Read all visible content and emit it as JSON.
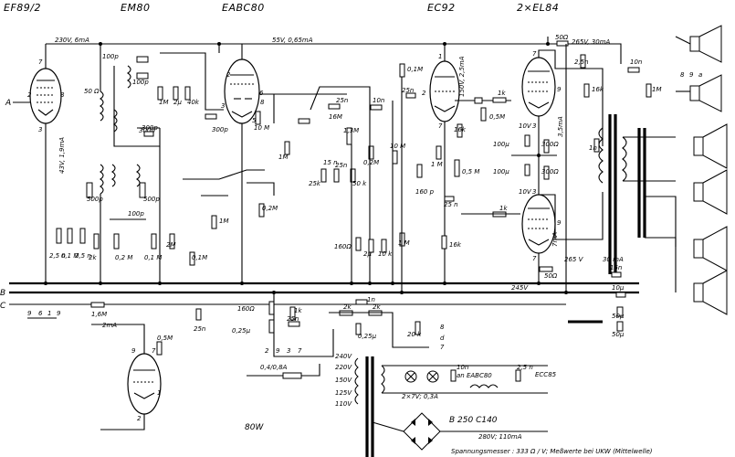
{
  "tubes": {
    "ef89": "EF89/2",
    "em80": "EM80",
    "eabc80": "EABC80",
    "ec92": "EC92",
    "el84": "2×EL84"
  },
  "rails": {
    "r230": "230V, 6mA",
    "r55": "55V, 0,65mA",
    "r265top": "265V, 30mA",
    "r245": "245V",
    "r150": "150V, 2,5mA",
    "r43": "43V, 1,9mA",
    "r2ma": "2mA",
    "r265bot": "265 V",
    "r30": "30 mA",
    "r240": "240V",
    "r220": "220V",
    "r150tap": "150V",
    "r125": "125V",
    "r110": "110V",
    "r35": "3,5mA",
    "r7ma": "7mA",
    "r10v_a": "10V",
    "r10v_b": "10V",
    "r280": "280V; 110mA"
  },
  "labels": {
    "pinA": "A",
    "busB": "B",
    "busC": "C",
    "power": "80W",
    "rect": "B 250 C140",
    "fuse": "0,4/0,8A",
    "heater": "2×7V; 0,3A",
    "ecc85": "ECC85",
    "aneabc": "an EABC80",
    "footer": "Spannungsmesser : 333 Ω / V; Meßwerte bei UKW (Mittelwelle)"
  },
  "components": {
    "c100p_a": "100p",
    "c100p_b": "100p",
    "r50": "50 Ω",
    "r1m_a": "1M",
    "c2u": "2µ",
    "r40k": "40k",
    "c300p_a": "300p",
    "c300p_b": "300p",
    "r10m": "10 M",
    "c25n_a": "25n",
    "r16m": "16M",
    "r1m_b": "1M",
    "r1_3m": "1,3M",
    "c10n_a": "10n",
    "r01m_top": "0,1M",
    "c25n_b": "25n",
    "r1k_a": "1k",
    "r05m_a": "0,5M",
    "r16k_a": "16k",
    "c100u_a": "100µ",
    "r300_a": "300Ω",
    "r300_b": "300Ω",
    "c100u_b": "100µ",
    "r50_b": "50Ω",
    "c2_5n": "2,5n",
    "c10n_b": "10n",
    "r16k_b": "16k",
    "r1m_c": "1M",
    "c1n": "1n",
    "c500p_a": "500p",
    "c500p_b": "500p",
    "r02m_a": "0,2M",
    "r1m_d": "1M",
    "r10m_b": "10 M",
    "r25k_a": "25k",
    "c25n_c": "25n",
    "r15n": "15 n",
    "r50k": "50 k",
    "c160p": "160 p",
    "r1m_e": "1 M",
    "r05m_b": "0,5 M",
    "c25n_d": "25 n",
    "r1k_b": "1k",
    "r16k_c": "16k",
    "c2_5n_a": "2,5 n",
    "c01m_a": "0,1 M",
    "c2_5n_b": "2,5 n",
    "r2k_a": "2k",
    "r02m_b": "0,2 M",
    "r01m_b": "0,1 M",
    "r2m": "2M",
    "r01m_c": "0,1M",
    "r1m_f": "1M",
    "r02m_c": "0,2M",
    "r160": "160Ω",
    "c2u_b": "2µ",
    "r10k": "10 k",
    "r1m_g": "1 M",
    "r16k_d": "16k",
    "r1_6m": "1,6M",
    "c25n_e": "25n",
    "r160_b": "160Ω",
    "c025u_a": "0,25µ",
    "r1k_c": "1k",
    "c25n_f": "25n",
    "c1n_b": "1n",
    "r2k_b": "2k",
    "r2k_c": "2k",
    "c025u_b": "0,25µ",
    "r20k": "20 k",
    "r05m_c": "0,5M",
    "r1m_h": "1",
    "r15n_b": "15n",
    "c10u": "10µ",
    "c50u_a": "50µ",
    "c50u_b": "50µ",
    "c10n_c": "10n",
    "c2_5n_c": "2,5 n"
  }
}
